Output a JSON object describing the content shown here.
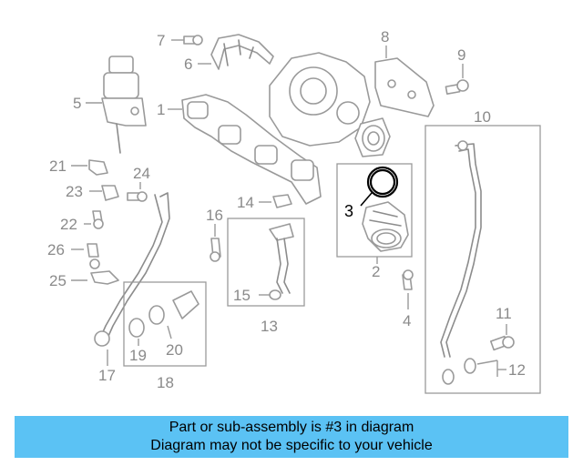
{
  "callouts": {
    "c1": "1",
    "c2": "2",
    "c3": "3",
    "c4": "4",
    "c5": "5",
    "c6": "6",
    "c7": "7",
    "c8": "8",
    "c9": "9",
    "c10": "10",
    "c11": "11",
    "c12": "12",
    "c13": "13",
    "c14": "14",
    "c15": "15",
    "c16": "16",
    "c17": "17",
    "c18": "18",
    "c19": "19",
    "c20": "20",
    "c21": "21",
    "c22": "22",
    "c23": "23",
    "c24": "24",
    "c25": "25",
    "c26": "26"
  },
  "highlighted_part": "3",
  "colors": {
    "banner": "#5bc2f4",
    "line_art": "#9a9a9a",
    "highlight": "#000000"
  },
  "banner": {
    "line1": "Part or sub-assembly is #3 in diagram",
    "line2": "Diagram may not be specific to your vehicle"
  }
}
